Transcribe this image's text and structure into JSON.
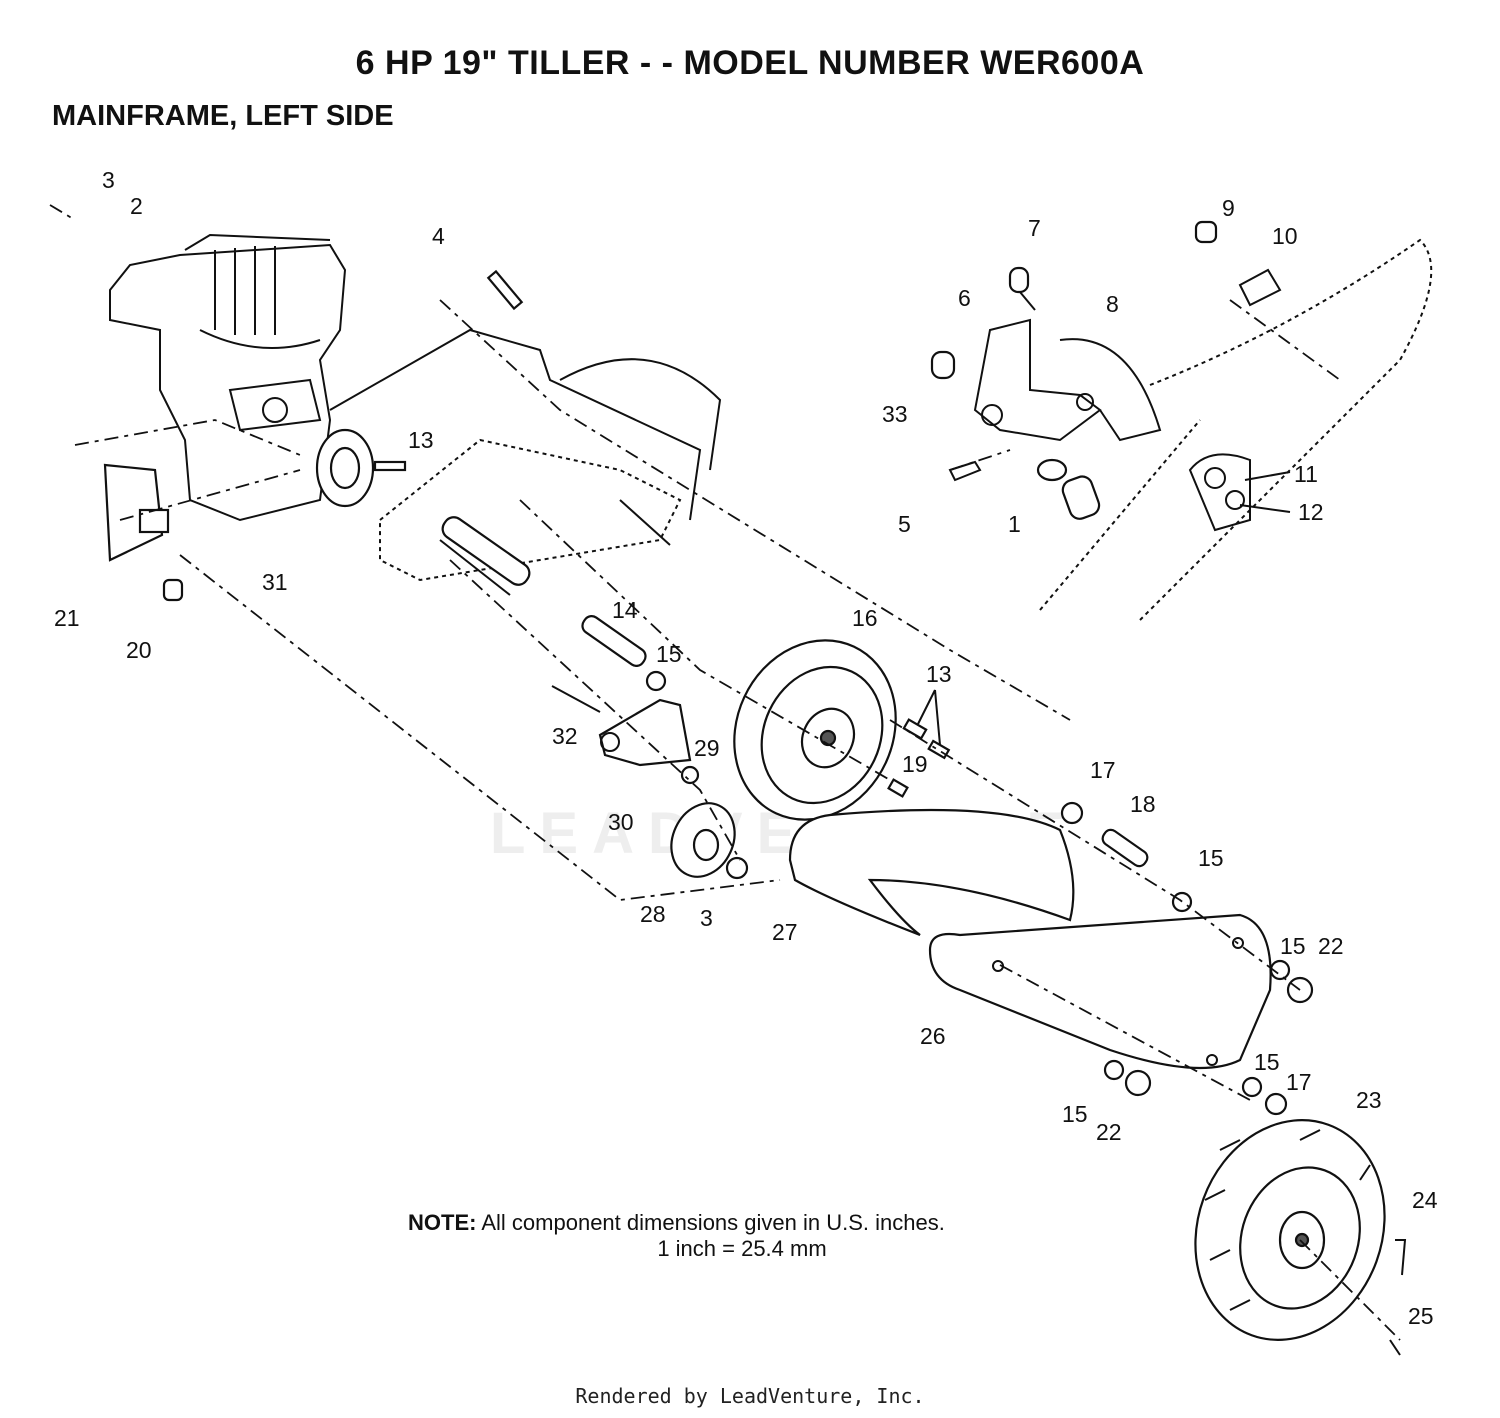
{
  "title": "6 HP 19\" TILLER - - MODEL NUMBER WER600A",
  "subtitle": "MAINFRAME, LEFT SIDE",
  "note": {
    "label": "NOTE:",
    "line1": "All component dimensions given in U.S. inches.",
    "line2": "1 inch = 25.4 mm"
  },
  "footer": "Rendered by LeadVenture, Inc.",
  "watermark": "LEADVENTURE",
  "callouts": [
    "3",
    "2",
    "4",
    "7",
    "9",
    "10",
    "6",
    "8",
    "33",
    "5",
    "1",
    "11",
    "12",
    "13",
    "31",
    "21",
    "20",
    "14",
    "15",
    "16",
    "13",
    "32",
    "29",
    "30",
    "19",
    "17",
    "18",
    "15",
    "28",
    "3",
    "27",
    "15",
    "22",
    "26",
    "15",
    "17",
    "15",
    "22",
    "23",
    "24",
    "25"
  ]
}
